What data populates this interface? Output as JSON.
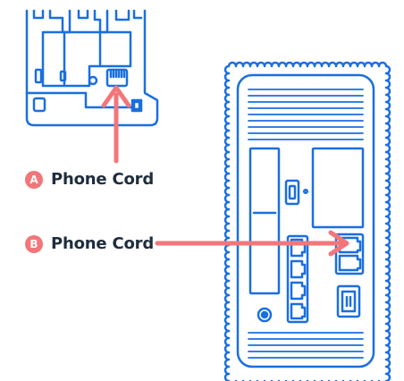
{
  "colors": {
    "line": "#1a6fe0",
    "accent": "#f2767a",
    "text": "#1f2d3d",
    "white": "#ffffff"
  },
  "callouts": [
    {
      "badge": "A",
      "label": "Phone Cord"
    },
    {
      "badge": "B",
      "label": "Phone Cord"
    }
  ]
}
